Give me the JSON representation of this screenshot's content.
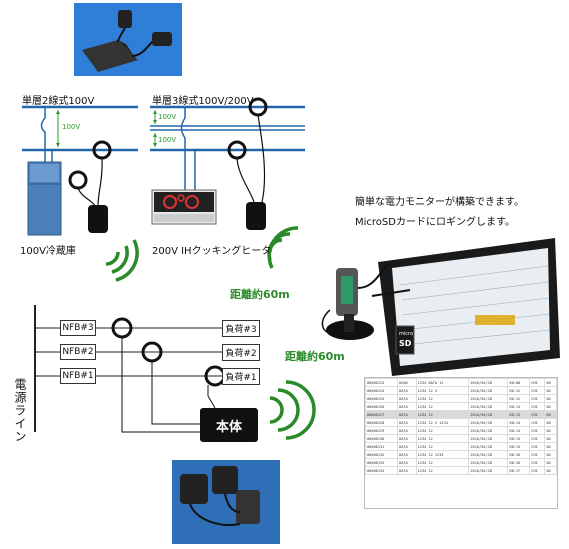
{
  "labels": {
    "single_phase_2wire": "単層2線式100V",
    "single_phase_3wire": "単層3線式100V/200V",
    "volt_100_a": "100V",
    "volt_100_b": "100V",
    "volt_100_c": "100V",
    "fridge": "100V冷蔵庫",
    "cooker": "200V IHクッキングヒータ",
    "distance_top": "距離約60m",
    "distance_bottom": "距離約60m",
    "desc_line1": "簡単な電力モニターが構築できます。",
    "desc_line2": "MicroSDカードにロギングします。",
    "nfb3": "NFB#3",
    "nfb2": "NFB#2",
    "nfb1": "NFB#1",
    "load3": "負荷#3",
    "load2": "負荷#2",
    "load1": "負荷#1",
    "main_unit": "本体",
    "power_line": "電源ライン",
    "sd_label": "SD",
    "micro_label": "micro"
  },
  "table_rows": [
    [
      "00000123",
      "HEAD",
      "1234 DATA 12",
      "2016/04/28",
      "00:00",
      "CH1",
      "00"
    ],
    [
      "00000124",
      "DATA",
      "1234 12 V",
      "2016/04/28",
      "00:12",
      "CH1",
      "00"
    ],
    [
      "00000125",
      "DATA",
      "1234 12",
      "2016/04/28",
      "00:12",
      "CH1",
      "00"
    ],
    [
      "00000126",
      "DATA",
      "1234 12",
      "2016/04/28",
      "00:13",
      "CH1",
      "00"
    ],
    [
      "00000127",
      "DATA",
      "1234 12",
      "2016/04/28",
      "00:13",
      "CH1",
      "00"
    ],
    [
      "00000128",
      "DATA",
      "1234 12 V 1234",
      "2016/04/28",
      "00:14",
      "CH1",
      "00"
    ],
    [
      "00000129",
      "DATA",
      "1234 12",
      "2016/04/28",
      "00:14",
      "CH1",
      "00"
    ],
    [
      "00000130",
      "DATA",
      "1234 12",
      "2016/04/28",
      "00:15",
      "CH1",
      "00"
    ],
    [
      "00000131",
      "DATA",
      "1234 12",
      "2016/04/28",
      "00:15",
      "CH1",
      "00"
    ],
    [
      "00000132",
      "DATA",
      "1234 12 1234",
      "2016/04/28",
      "00:16",
      "CH1",
      "00"
    ],
    [
      "00000133",
      "DATA",
      "1234 12",
      "2016/04/28",
      "00:16",
      "CH1",
      "00"
    ],
    [
      "00000134",
      "DATA",
      "1234 12",
      "2016/04/28",
      "00:17",
      "CH1",
      "00"
    ]
  ]
}
